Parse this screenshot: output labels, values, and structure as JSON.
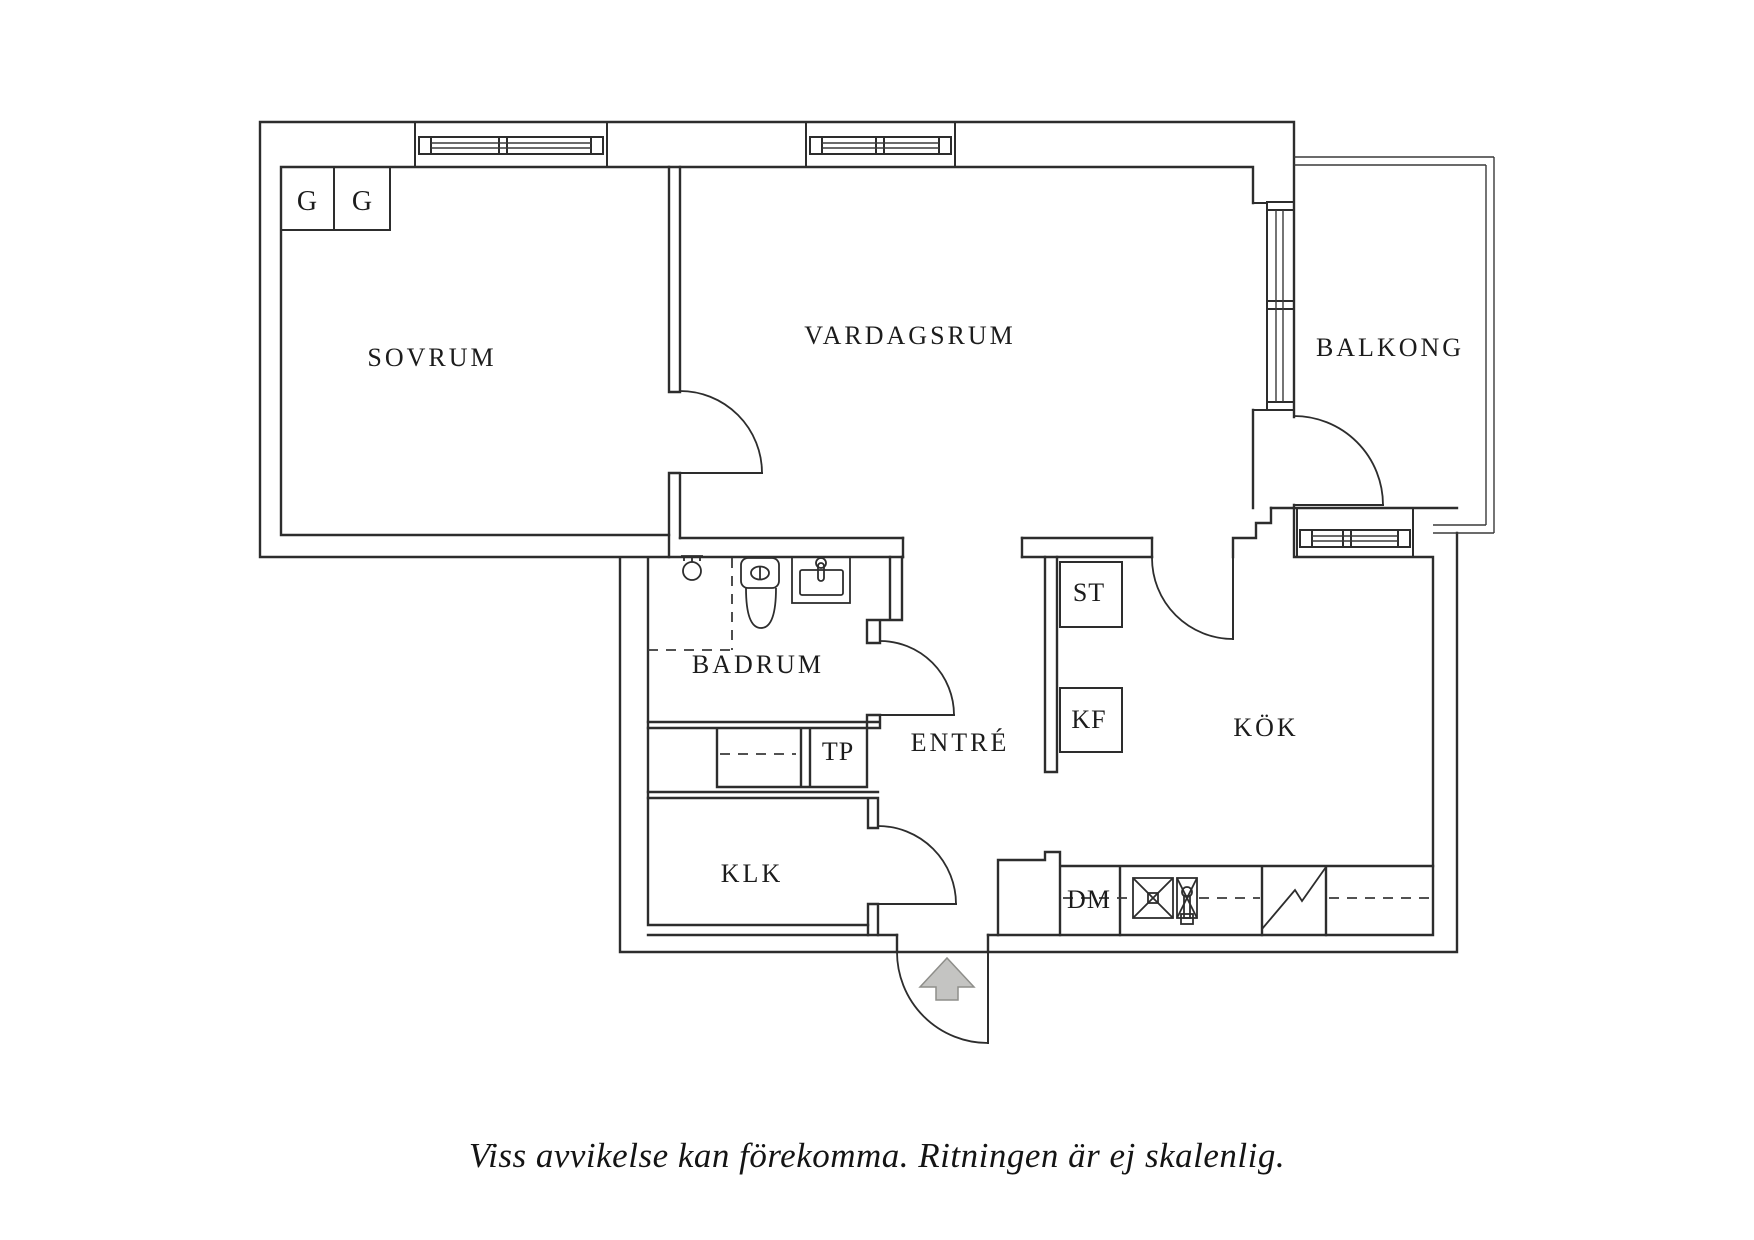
{
  "floorplan": {
    "labels": {
      "sovrum": "SOVRUM",
      "vardagsrum": "VARDAGSRUM",
      "balkong": "BALKONG",
      "badrum": "BADRUM",
      "entre": "ENTRÉ",
      "kok": "KÖK",
      "klk": "KLK",
      "tp": "TP",
      "st": "ST",
      "kf": "KF",
      "dm": "DM",
      "g1": "G",
      "g2": "G"
    },
    "caption": "Viss avvikelse kan förekomma. Ritningen är ej skalenlig.",
    "colors": {
      "line": "#2d2d2d",
      "text": "#1c1c1c",
      "arrow_fill": "#c4c4c2",
      "arrow_stroke": "#8e8e8a",
      "background": "#ffffff"
    }
  }
}
